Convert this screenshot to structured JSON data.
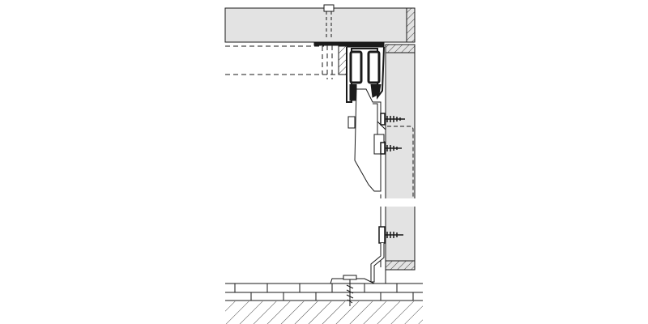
{
  "diagram": {
    "kind": "sliding-door-fitting-cross-section",
    "colors": {
      "line": "#1a1a1a",
      "panel_fill": "#e3e3e3",
      "background": "#ffffff"
    },
    "components": [
      "top-panel",
      "top-track",
      "carriage-rollers",
      "door-panel",
      "mounting-screws",
      "bottom-guide",
      "floor-tiles",
      "floor-hatch"
    ]
  }
}
